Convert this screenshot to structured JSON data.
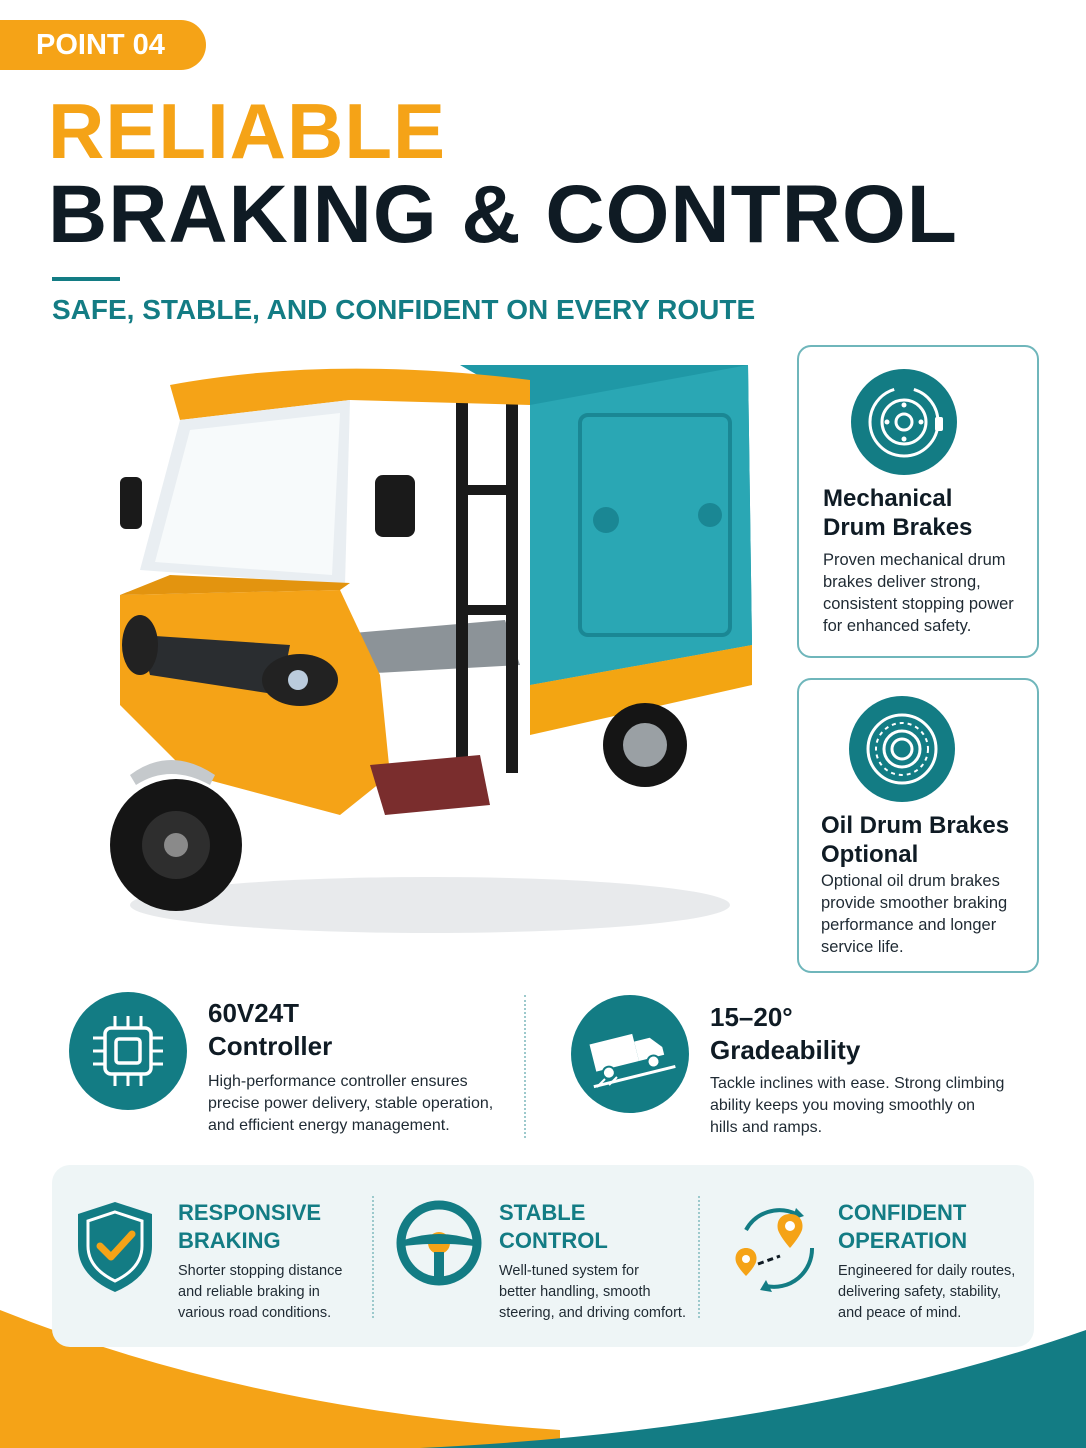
{
  "badge": "POINT 04",
  "title_line1": "RELIABLE",
  "title_line2": "BRAKING & CONTROL",
  "subtitle": "SAFE, STABLE,  AND CONFIDENT ON EVERY ROUTE",
  "colors": {
    "accent": "#f5a317",
    "brand_teal": "#137c84",
    "dark": "#0f1b24",
    "panel": "#eef5f6"
  },
  "cards": [
    {
      "icon": "drum-brake-icon",
      "title_l1": "Mechanical",
      "title_l2": "Drum Brakes",
      "desc": [
        "Proven mechanical drum",
        "brakes deliver strong,",
        "consistent stopping power",
        "for enhanced safety."
      ]
    },
    {
      "icon": "oil-drum-brake-icon",
      "title_l1": "Oil Drum Brakes",
      "title_l2": "Optional",
      "desc": [
        "Optional oil drum brakes",
        "provide smoother braking",
        "performance and longer",
        "service life."
      ]
    }
  ],
  "features": [
    {
      "icon": "controller-chip-icon",
      "title_l1": "60V24T",
      "title_l2": "Controller",
      "desc": [
        "High-performance controller ensures",
        "precise power delivery, stable operation,",
        "and efficient energy management."
      ]
    },
    {
      "icon": "truck-incline-icon",
      "title_l1": "15–20°",
      "title_l2": "Gradeability",
      "desc": [
        "Tackle inclines with ease. Strong climbing",
        "ability keeps you moving smoothly on",
        "hills and ramps."
      ]
    }
  ],
  "benefits": [
    {
      "icon": "shield-check-icon",
      "title_l1": "RESPONSIVE",
      "title_l2": "BRAKING",
      "desc": [
        "Shorter stopping distance",
        "and reliable braking in",
        "various road conditions."
      ]
    },
    {
      "icon": "steering-wheel-icon",
      "title_l1": "STABLE",
      "title_l2": "CONTROL",
      "desc": [
        "Well-tuned system for",
        "better handling, smooth",
        "steering, and driving comfort."
      ]
    },
    {
      "icon": "route-pins-icon",
      "title_l1": "CONFIDENT",
      "title_l2": "OPERATION",
      "desc": [
        "Engineered for daily routes,",
        "delivering safety, stability,",
        "and peace of mind."
      ]
    }
  ]
}
